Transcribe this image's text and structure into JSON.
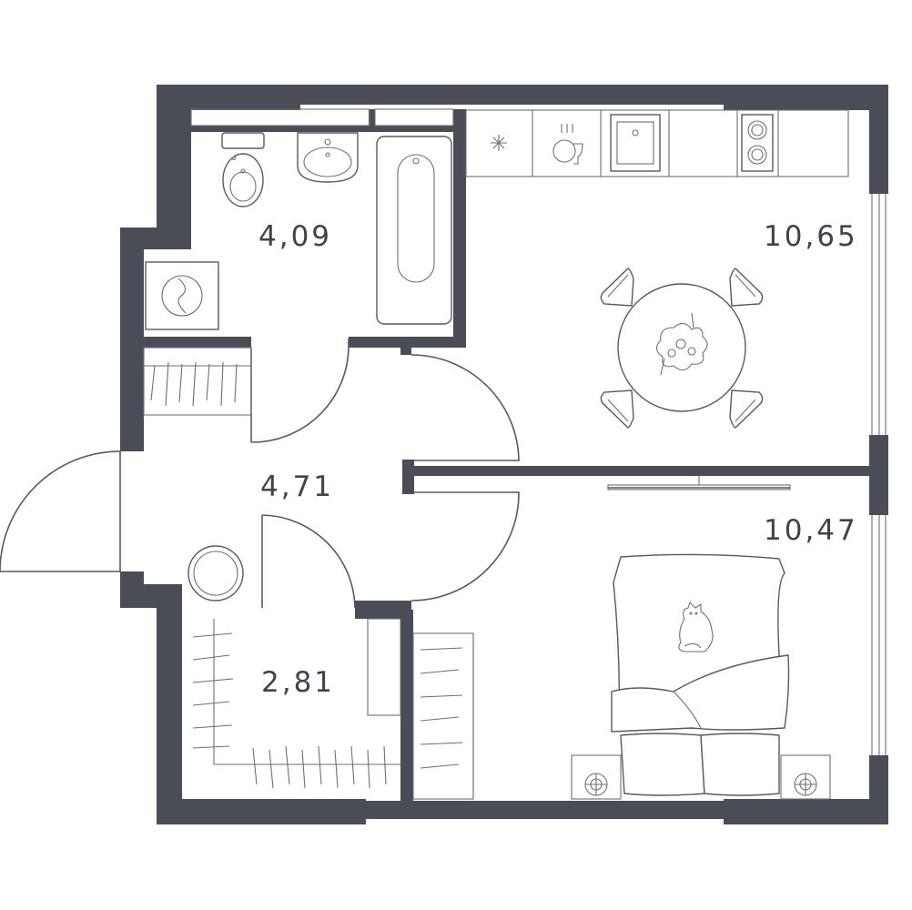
{
  "rooms": {
    "bathroom": {
      "area": "4,09"
    },
    "kitchen": {
      "area": "10,65"
    },
    "hall": {
      "area": "4,71"
    },
    "storage": {
      "area": "2,81"
    },
    "bedroom": {
      "area": "10,47"
    }
  },
  "colors": {
    "wall": "#4a4d55",
    "line": "#555a62",
    "background": "#ffffff"
  }
}
